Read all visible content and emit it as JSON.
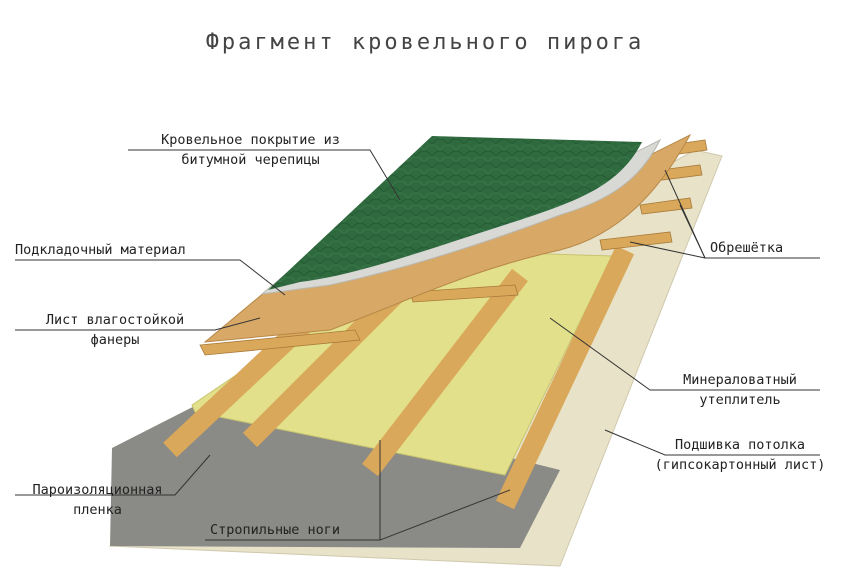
{
  "title": "Фрагмент кровельного пирога",
  "labels": {
    "roofing_line1": "Кровельное покрытие из",
    "roofing_line2": "битумной черепицы",
    "underlay": "Подкладочный материал",
    "plywood_line1": "Лист влагостойкой",
    "plywood_line2": "фанеры",
    "battens": "Обрешётка",
    "insulation_line1": "Минераловатный",
    "insulation_line2": "утеплитель",
    "ceiling_line1": "Подшивка потолка",
    "ceiling_line2": "(гипсокартонный лист)",
    "vapor_line1": "Пароизоляционная",
    "vapor_line2": "пленка",
    "rafters": "Стропильные ноги"
  },
  "colors": {
    "shingles": "#2f6a3f",
    "underlay": "#d8d8d4",
    "plywood": "#d8a866",
    "insulation": "#e2e08a",
    "wood": "#d9a85a",
    "vapor": "#8a8a86",
    "gypsum": "#e8e2c8"
  }
}
